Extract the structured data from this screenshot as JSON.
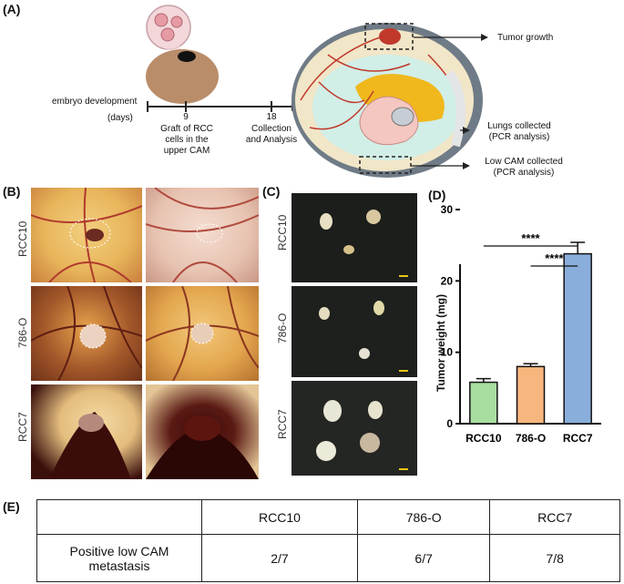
{
  "panel_labels": {
    "a": "(A)",
    "b": "(B)",
    "c": "(C)",
    "d": "(D)",
    "e": "(E)"
  },
  "schematic": {
    "timeline_label_1": "embryo development",
    "timeline_label_2": "(days)",
    "day_graft": "9",
    "graft_line_1": "Graft of RCC",
    "graft_line_2": "cells in the",
    "graft_line_3": "upper CAM",
    "day_collection": "18",
    "collection_line_1": "Collection",
    "collection_line_2": "and Analysis",
    "tumor_growth": "Tumor growth",
    "lungs_line_1": "Lungs collected",
    "lungs_line_2": "(PCR analysis)",
    "lowcam_line_1": "Low CAM collected",
    "lowcam_line_2": "(PCR analysis)"
  },
  "photo_rows": [
    "RCC10",
    "786-O",
    "RCC7"
  ],
  "chart_data": {
    "type": "bar",
    "categories": [
      "RCC10",
      "786-O",
      "RCC7"
    ],
    "values": [
      5.8,
      8.0,
      23.8
    ],
    "errors": [
      0.5,
      0.4,
      1.6
    ],
    "colors": [
      "#a8dea0",
      "#f7b67d",
      "#8aaedb"
    ],
    "ylabel": "Tumor weight (mg)",
    "ylim": [
      0,
      30
    ],
    "yticks": [
      0,
      10,
      20,
      30
    ],
    "significance": [
      {
        "from": "RCC10",
        "to": "RCC7",
        "label": "****"
      },
      {
        "from": "786-O",
        "to": "RCC7",
        "label": "****"
      }
    ]
  },
  "table": {
    "headers": [
      "",
      "RCC10",
      "786-O",
      "RCC7"
    ],
    "row_label_1": "Positive low CAM",
    "row_label_2": "metastasis",
    "values": [
      "2/7",
      "6/7",
      "7/8"
    ]
  }
}
